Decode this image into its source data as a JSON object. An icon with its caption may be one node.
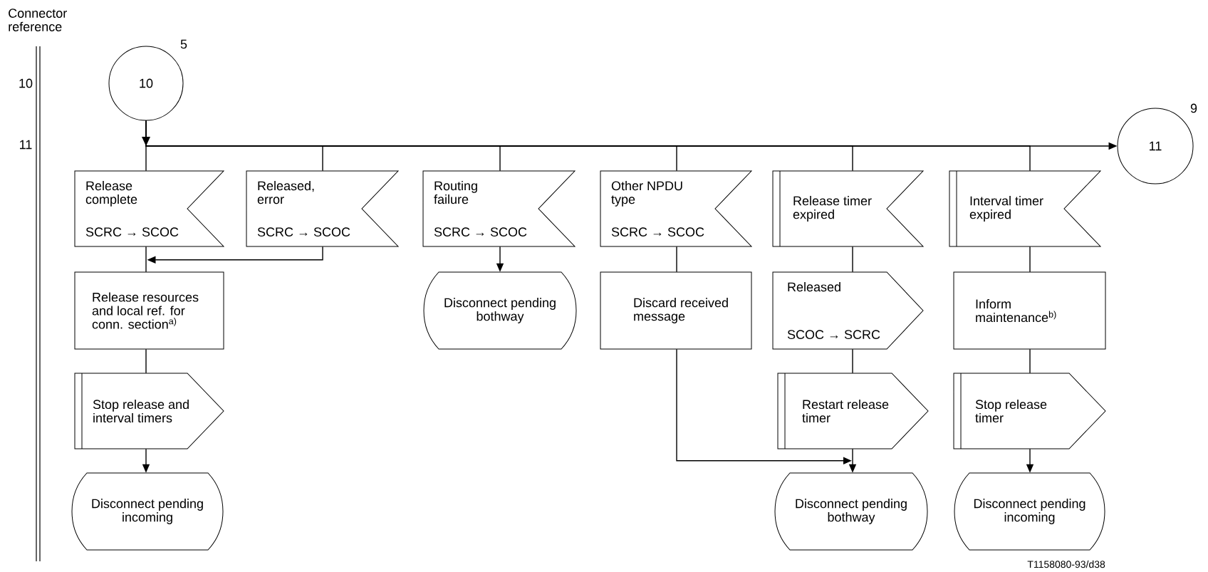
{
  "diagram": {
    "nodes": [
      {
        "text": [
          "10"
        ],
        "beside": [
          "5"
        ]
      },
      {
        "text": [
          "Release complete",
          "SCRC → SCOC"
        ]
      },
      {
        "text": [
          "Released, error",
          "SCRC → SCOC"
        ]
      },
      {
        "text": [
          "Routing failure",
          "SCRC → SCOC"
        ]
      },
      {
        "text": [
          "Other NPDU type",
          "SCRC → SCOC"
        ]
      },
      {
        "text": [
          "Release timer expired"
        ]
      },
      {
        "text": [
          "Interval timer expired"
        ]
      },
      {
        "text": [
          "11"
        ],
        "beside": [
          "9"
        ]
      },
      {
        "text": [
          "Release resources and local ref. for conn. section$^{a)}$"
        ]
      },
      {
        "text": [
          "Disconnect pending bothway"
        ]
      },
      {
        "text": [
          "Discard received message"
        ]
      },
      {
        "text": [
          "Released",
          "SCOC → SCRC"
        ]
      },
      {
        "text": [
          "Inform maintenance$^{b)}$"
        ]
      },
      {
        "text": [
          "Stop release and interval timers"
        ]
      },
      {
        "text": [
          "Restart release timer"
        ]
      },
      {
        "text": [
          "Stop release timer"
        ]
      },
      {
        "text": [
          "Disconnect pending incoming"
        ]
      },
      {
        "text": [
          "Disconnect pending bothway"
        ]
      },
      {
        "text": [
          "Disconnect pending incoming"
        ]
      }
    ],
    "edges": [
      {
        "from": 0,
        "to": 1,
        "arrow": "to"
      },
      {
        "from": 0,
        "to": 2,
        "arrow": "none"
      },
      {
        "from": 0,
        "to": 3,
        "arrow": "none"
      },
      {
        "from": 0,
        "to": 4,
        "arrow": "none"
      },
      {
        "from": 0,
        "to": 5,
        "arrow": "none"
      },
      {
        "from": 0,
        "to": 6,
        "arrow": "none"
      },
      {
        "from": 0,
        "to": 7,
        "arrow": "to"
      },
      {
        "from": 1,
        "to": 8,
        "arrow": "none"
      },
      {
        "from": 2,
        "to": 8,
        "arrow": "to"
      },
      {
        "from": 8,
        "to": 13,
        "arrow": "none"
      },
      {
        "from": 13,
        "to": 16,
        "arrow": "to"
      },
      {
        "from": 3,
        "to": 9,
        "arrow": "to"
      },
      {
        "from": 4,
        "to": 10,
        "arrow": "none"
      },
      {
        "from": 10,
        "to": 17,
        "arrow": "to"
      },
      {
        "from": 5,
        "to": 11,
        "arrow": "none"
      },
      {
        "from": 11,
        "to": 14,
        "arrow": "none"
      },
      {
        "from": 14,
        "to": 17,
        "arrow": "to"
      },
      {
        "from": 6,
        "to": 12,
        "arrow": "none"
      },
      {
        "from": 12,
        "to": 15,
        "arrow": "none"
      },
      {
        "from": 15,
        "to": 18,
        "arrow": "to"
      }
    ],
    "labels": [
      "Connector reference",
      "10",
      "11",
      "T1158080-93/d38"
    ]
  }
}
